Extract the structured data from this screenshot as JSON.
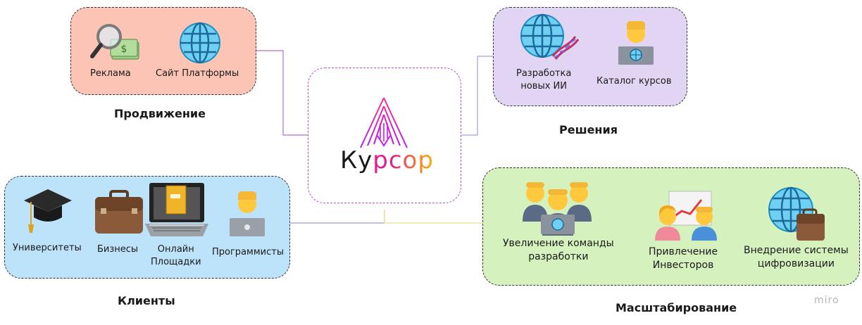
{
  "center": {
    "logo_text_1": "Ку",
    "logo_text_2": "р",
    "logo_text_3": "сор"
  },
  "promotion": {
    "title": "Продвижение",
    "items": [
      "Реклама",
      "Сайт Платформы"
    ]
  },
  "solutions": {
    "title": "Решения",
    "items": [
      "Разработка",
      "новых ИИ",
      "Каталог курсов"
    ]
  },
  "clients": {
    "title": "Клиенты",
    "items": [
      "Университеты",
      "Бизнесы",
      "Онлайн",
      "Площадки",
      "Программисты"
    ]
  },
  "scaling": {
    "title": "Масштабирование",
    "items": [
      "Увеличение команды",
      "разработки",
      "Привлечение",
      "Инвесторов",
      "Внедрение системы",
      "цифровизации"
    ]
  },
  "watermark": "miro",
  "colors": {
    "promotion_bg": "#fbc4b4",
    "solutions_bg": "#e2d4f3",
    "clients_bg": "#bde3fa",
    "scaling_bg": "#d5f1be",
    "logo_gradient": [
      "#ff2d8f",
      "#c21bf0",
      "#ffb200"
    ]
  }
}
